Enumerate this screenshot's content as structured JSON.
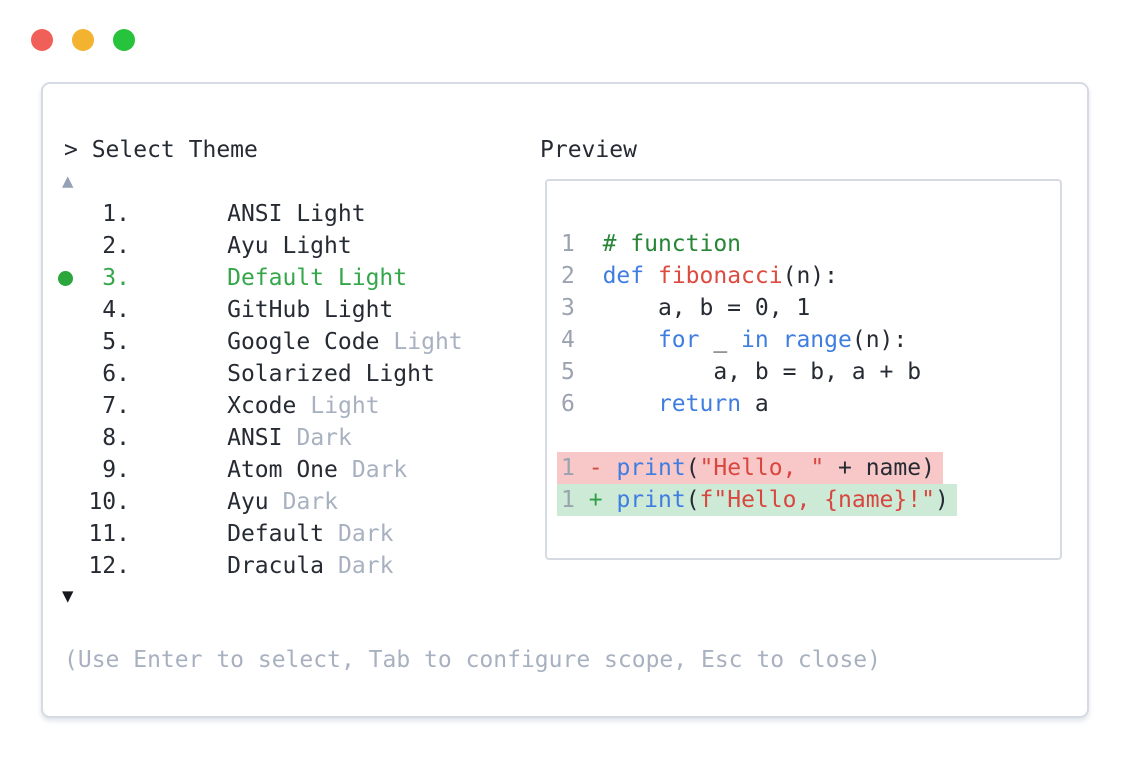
{
  "colors": {
    "text": "#262b33",
    "muted": "#a8b1c0",
    "accent_green": "#35a74a",
    "selected_dot": "#2aa63c",
    "border": "#d6dae2",
    "arrow_up": "#94a1b6",
    "arrow_down": "#17191f",
    "line_number": "#9ba3b0",
    "keyword": "#3f7ee0",
    "function_name": "#dd4b40",
    "string": "#d8473f",
    "comment": "#268636",
    "diff_minus": "#d04a42",
    "diff_plus": "#2f9e44",
    "diff_removed_bg": "#f8c7c7",
    "diff_added_bg": "#cdead7",
    "traffic_red": "#f05f58",
    "traffic_yellow": "#f3b330",
    "traffic_green": "#28c33c"
  },
  "theme_selector": {
    "prompt": "> Select Theme",
    "scroll_up_indicator": "▲",
    "scroll_down_indicator": "▼",
    "help_text": "(Use Enter to select, Tab to configure scope, Esc to close)",
    "items": [
      {
        "number": "1.",
        "name": "ANSI Light",
        "muted_suffix": "",
        "selected": false
      },
      {
        "number": "2.",
        "name": "Ayu Light",
        "muted_suffix": "",
        "selected": false
      },
      {
        "number": "3.",
        "name": "Default Light",
        "muted_suffix": "",
        "selected": true
      },
      {
        "number": "4.",
        "name": "GitHub Light",
        "muted_suffix": "",
        "selected": false
      },
      {
        "number": "5.",
        "name": "Google Code",
        "muted_suffix": "Light",
        "selected": false
      },
      {
        "number": "6.",
        "name": "Solarized Light",
        "muted_suffix": "",
        "selected": false
      },
      {
        "number": "7.",
        "name": "Xcode",
        "muted_suffix": "Light",
        "selected": false
      },
      {
        "number": "8.",
        "name": "ANSI",
        "muted_suffix": "Dark",
        "selected": false
      },
      {
        "number": "9.",
        "name": "Atom One",
        "muted_suffix": "Dark",
        "selected": false
      },
      {
        "number": "10.",
        "name": "Ayu",
        "muted_suffix": "Dark",
        "selected": false
      },
      {
        "number": "11.",
        "name": "Default",
        "muted_suffix": "Dark",
        "selected": false
      },
      {
        "number": "12.",
        "name": "Dracula",
        "muted_suffix": "Dark",
        "selected": false
      }
    ]
  },
  "preview": {
    "title": "Preview",
    "code_lines": [
      {
        "diff": null,
        "tokens": [
          [
            "1",
            "ln"
          ],
          [
            "  ",
            "tx"
          ],
          [
            "# function",
            "cm"
          ]
        ]
      },
      {
        "diff": null,
        "tokens": [
          [
            "2",
            "ln"
          ],
          [
            "  ",
            "tx"
          ],
          [
            "def",
            "kw"
          ],
          [
            " ",
            "tx"
          ],
          [
            "fibonacci",
            "fn"
          ],
          [
            "(n):",
            "tx"
          ]
        ]
      },
      {
        "diff": null,
        "tokens": [
          [
            "3",
            "ln"
          ],
          [
            "  ",
            "tx"
          ],
          [
            "    a, b = 0, 1",
            "tx"
          ]
        ]
      },
      {
        "diff": null,
        "tokens": [
          [
            "4",
            "ln"
          ],
          [
            "  ",
            "tx"
          ],
          [
            "    ",
            "tx"
          ],
          [
            "for",
            "kw"
          ],
          [
            " _ ",
            "tx"
          ],
          [
            "in",
            "kw"
          ],
          [
            " ",
            "tx"
          ],
          [
            "range",
            "kw"
          ],
          [
            "(n):",
            "tx"
          ]
        ]
      },
      {
        "diff": null,
        "tokens": [
          [
            "5",
            "ln"
          ],
          [
            "  ",
            "tx"
          ],
          [
            "        a, b = b, a + b",
            "tx"
          ]
        ]
      },
      {
        "diff": null,
        "tokens": [
          [
            "6",
            "ln"
          ],
          [
            "  ",
            "tx"
          ],
          [
            "    ",
            "tx"
          ],
          [
            "return",
            "kw"
          ],
          [
            " a",
            "tx"
          ]
        ]
      },
      {
        "diff": null,
        "tokens": []
      },
      {
        "diff": "removed",
        "tokens": [
          [
            "1",
            "ln"
          ],
          [
            " ",
            "tx"
          ],
          [
            "-",
            "minus"
          ],
          [
            " ",
            "tx"
          ],
          [
            "print",
            "kw"
          ],
          [
            "(",
            "tx"
          ],
          [
            "\"Hello, \"",
            "str"
          ],
          [
            " + name)",
            "tx"
          ]
        ]
      },
      {
        "diff": "added",
        "tokens": [
          [
            "1",
            "ln"
          ],
          [
            " ",
            "tx"
          ],
          [
            "+",
            "plus"
          ],
          [
            " ",
            "tx"
          ],
          [
            "print",
            "kw"
          ],
          [
            "(",
            "tx"
          ],
          [
            "f\"Hello, {name}!\"",
            "str"
          ],
          [
            ")",
            "tx"
          ]
        ]
      }
    ]
  }
}
